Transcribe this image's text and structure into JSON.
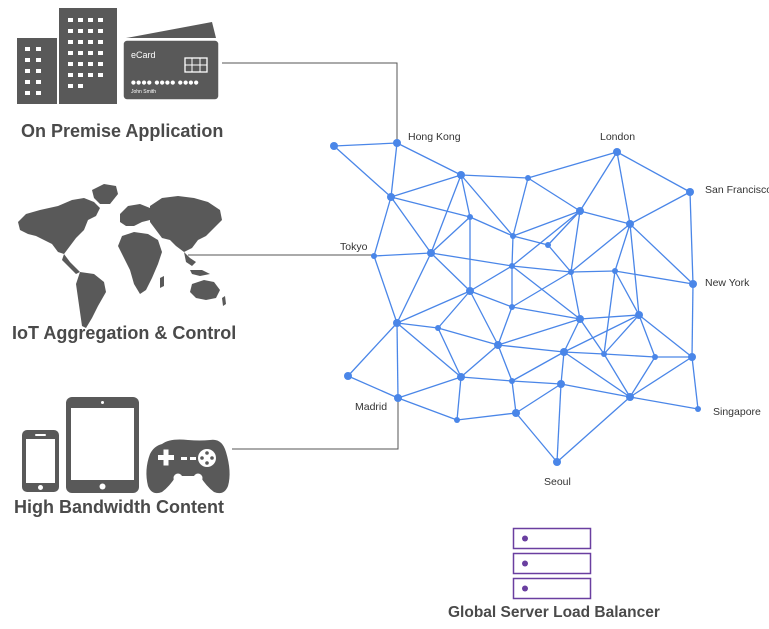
{
  "sources": [
    {
      "caption": "On Premise Application",
      "card_label": "eCard",
      "card_number": "●●●● ●●●● ●●●●",
      "card_holder": "John Smith"
    },
    {
      "caption": "IoT Aggregation & Control"
    },
    {
      "caption": "High Bandwidth Content"
    }
  ],
  "cities": [
    "Hong Kong",
    "London",
    "San Francisco",
    "Tokyo",
    "New York",
    "Madrid",
    "Singapore",
    "Seoul"
  ],
  "balancer": {
    "caption": "Global Server Load Balancer"
  },
  "colors": {
    "network": "#4a86e8",
    "caption": "#4a4a4a",
    "icon": "#595959",
    "balancer": "#6a3fa0",
    "connector": "#555555"
  },
  "icons": [
    "buildings-icon",
    "ecard-icon",
    "world-map-icon",
    "smartphone-icon",
    "tablet-icon",
    "gamepad-icon",
    "server-rack-icon"
  ]
}
